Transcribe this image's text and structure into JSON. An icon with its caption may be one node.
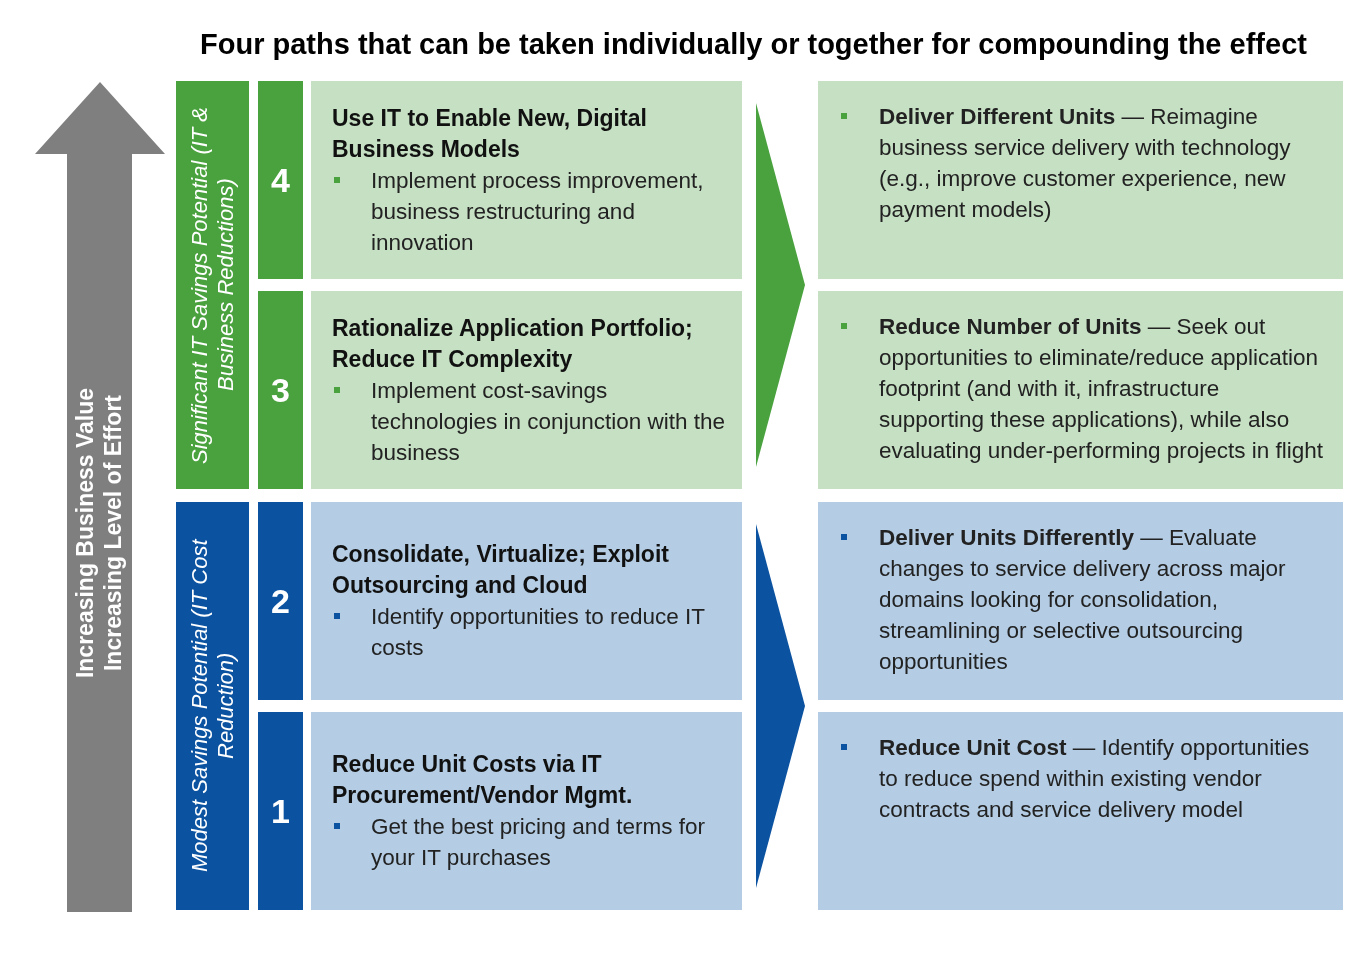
{
  "diagram": {
    "title": "Four paths that can be taken individually or together for compounding the effect",
    "nodes": [
      {
        "text": [
          "Increasing Business Value",
          "Increasing Level of Effort"
        ]
      },
      {
        "text": [
          "Significant IT Savings Potential (IT & Business Reductions)"
        ]
      },
      {
        "text": [
          "Modest Savings Potential (IT Cost Reduction)"
        ]
      },
      {
        "text": [
          "4"
        ]
      },
      {
        "text": [
          "Use IT to Enable New, Digital Business Models",
          "Implement process improvement, business restructuring and innovation"
        ]
      },
      {
        "text": [
          "3"
        ]
      },
      {
        "text": [
          "Rationalize Application Portfolio; Reduce IT Complexity",
          "Implement cost-savings technologies in conjunction with the business"
        ]
      },
      {
        "text": [
          "2"
        ]
      },
      {
        "text": [
          "Consolidate, Virtualize; Exploit Outsourcing and Cloud",
          "Identify opportunities to reduce IT costs"
        ]
      },
      {
        "text": [
          "1"
        ]
      },
      {
        "text": [
          "Reduce Unit Costs via IT Procurement/Vendor Mgmt.",
          "Get the best pricing and terms for your IT purchases"
        ]
      },
      {
        "text": [
          "**Deliver Different Units** — Reimagine business service delivery with technology (e.g., improve customer experience, new payment models)"
        ]
      },
      {
        "text": [
          "**Reduce Number of Units** — Seek out opportunities to eliminate/reduce application footprint (and with it, infrastructure supporting these applications), while also evaluating under-performing projects in flight"
        ]
      },
      {
        "text": [
          "**Deliver Units Differently** — Evaluate changes to service delivery across major domains looking for consolidation, streamlining or selective outsourcing opportunities"
        ]
      },
      {
        "text": [
          "**Reduce Unit Cost** — Identify opportunities to reduce spend within existing vendor contracts and service delivery model"
        ]
      }
    ],
    "edges": [
      {
        "from": 4,
        "to": 11,
        "arrow": "to",
        "color": "#4aa23f"
      },
      {
        "from": 6,
        "to": 12,
        "arrow": "to",
        "color": "#4aa23f"
      },
      {
        "from": 8,
        "to": 13,
        "arrow": "to",
        "color": "#0b52a0"
      },
      {
        "from": 10,
        "to": 14,
        "arrow": "to",
        "color": "#0b52a0"
      }
    ]
  }
}
